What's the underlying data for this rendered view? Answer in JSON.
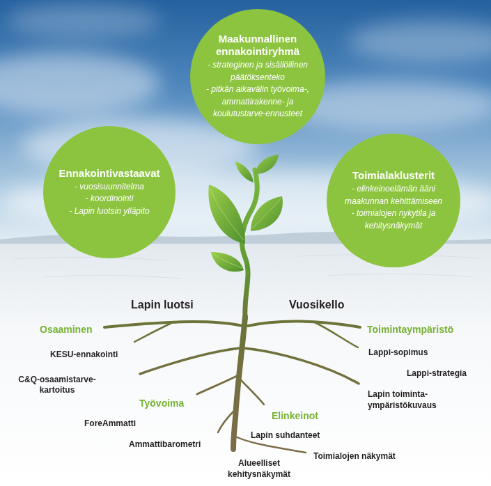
{
  "diagram": {
    "nodes": [
      {
        "text": [
          "Maakunnallinen ennakointiryhmä",
          "- strateginen ja sisällöllinen päätöksenteko",
          "- pitkän aikavälin työvoima-, ammattirakenne- ja koulutustarve-ennusteet"
        ]
      },
      {
        "text": [
          "Ennakointivastaavat",
          "- vuosisuunnitelma",
          "- koordinointi",
          "- Lapin luotsin ylläpito"
        ]
      },
      {
        "text": [
          "Toimialaklusterit",
          "- elinkeinoelämän ääni maakunnan kehittämiseen",
          "- toimialojen nykytila ja kehitysnäkymät"
        ]
      }
    ],
    "labels": [
      "Lapin luotsi",
      "Vuosikello",
      "Osaaminen",
      "KESU-ennakointi",
      "C&Q-osaamistarve- kartoitus",
      "Työvoima",
      "ForeAmmatti",
      "Ammattibarometri",
      "Elinkeinot",
      "Lapin suhdanteet",
      "Alueelliset kehitysnäkymät",
      "Toimialojen näkymät",
      "Toimintaympäristö",
      "Lappi-sopimus",
      "Lappi-strategia",
      "Lapin toiminta- ympäristökuvaus"
    ]
  }
}
